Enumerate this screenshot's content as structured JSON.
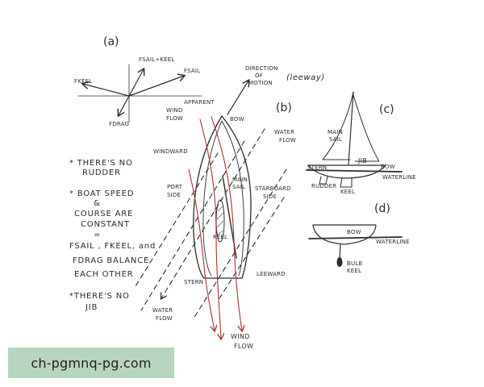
{
  "panel_a": {
    "label": "(a)",
    "vectors": {
      "fsail_keel": "FSAIL+KEEL",
      "fsail": "FSAIL",
      "fkeel": "FKEEL",
      "fdrag": "FDRAG"
    }
  },
  "panel_b": {
    "label": "(b)",
    "direction_of_motion": [
      "DIRECTION",
      "OF",
      "MOTION"
    ],
    "leeway": "(leeway)",
    "apparent_wind_flow": [
      "APPARENT",
      "WIND",
      "FLOW"
    ],
    "bow": "BOW",
    "water_flow_top": [
      "WATER",
      "FLOW"
    ],
    "windward": "WINDWARD",
    "main_sail": [
      "MAIN",
      "SAIL"
    ],
    "port_side": [
      "PORT",
      "SIDE"
    ],
    "starboard_side": [
      "STARBOARD",
      "SIDE"
    ],
    "keel": "KEEL",
    "stern": "STERN",
    "leeward": "LEEWARD",
    "water_flow_bottom": [
      "WATER",
      "FLOW"
    ],
    "wind_flow_bottom": [
      "WIND",
      "FLOW"
    ]
  },
  "notes": {
    "lines": [
      "* THERE'S NO",
      "RUDDER",
      "* BOAT SPEED",
      "&",
      "COURSE ARE",
      "CONSTANT",
      "=",
      "FSAIL , FKEEL, and",
      "FDRAG BALANCE",
      "EACH OTHER",
      "*THERE'S NO",
      "JIB"
    ]
  },
  "panel_c": {
    "label": "(c)",
    "main_sail": [
      "MAIN",
      "SAIL"
    ],
    "jib": "JIB",
    "bow": "BOW",
    "stern": "STERN",
    "waterline": "WATERLINE",
    "rudder": "RUDDER",
    "keel": "KEEL"
  },
  "panel_d": {
    "label": "(d)",
    "bow": "BOW",
    "waterline": "WATERLINE",
    "bulb_keel": [
      "BULB",
      "KEEL"
    ]
  },
  "watermark": "ch-pgmnq-pg.com",
  "colors": {
    "ink": "#2c2c2c",
    "wind_red": "#a4332f",
    "watermark_bg": "#b7d5be"
  }
}
